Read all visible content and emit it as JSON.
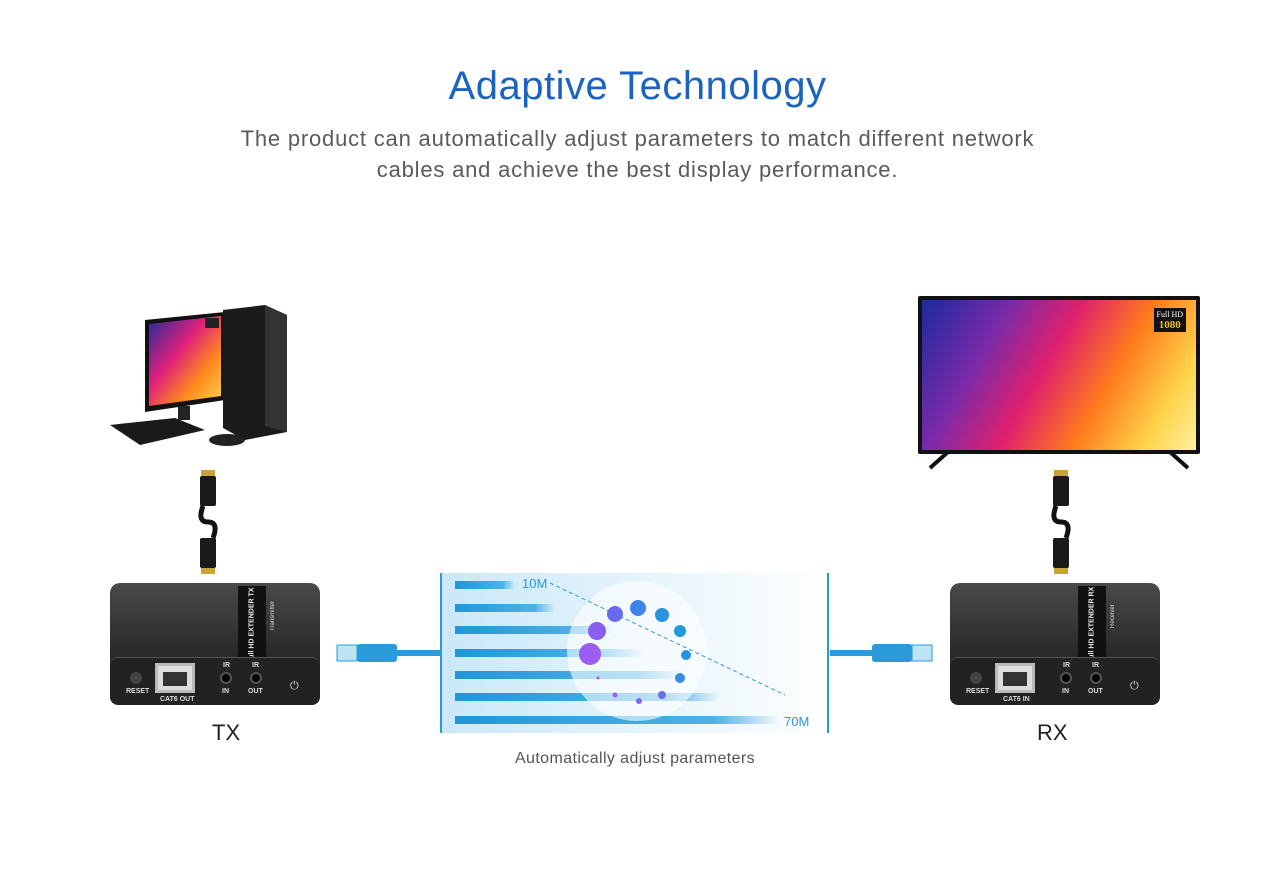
{
  "header": {
    "title": "Adaptive Technology",
    "subtitle_line1": "The product can automatically adjust parameters to match different network",
    "subtitle_line2": "cables and achieve the best display performance."
  },
  "tx": {
    "label": "TX",
    "reset": "RESET",
    "port": "CAT6 OUT",
    "ir_in_top": "IR",
    "ir_in": "IN",
    "ir_out_top": "IR",
    "ir_out": "OUT",
    "band": "Full HD EXTENDER TX",
    "band_sub": "Transmitter"
  },
  "rx": {
    "label": "RX",
    "reset": "RESET",
    "port": "CAT6 IN",
    "ir_in_top": "IR",
    "ir_in": "IN",
    "ir_out_top": "IR",
    "ir_out": "OUT",
    "band": "Full HD EXTENDER RX",
    "band_sub": "Receiver"
  },
  "panel": {
    "min_distance": "10M",
    "max_distance": "70M",
    "caption": "Automatically adjust parameters"
  },
  "tv": {
    "badge_line1": "Full HD",
    "badge_line2": "1080"
  },
  "colors": {
    "accent": "#1a63c0",
    "cable": "#2a9ad8"
  }
}
